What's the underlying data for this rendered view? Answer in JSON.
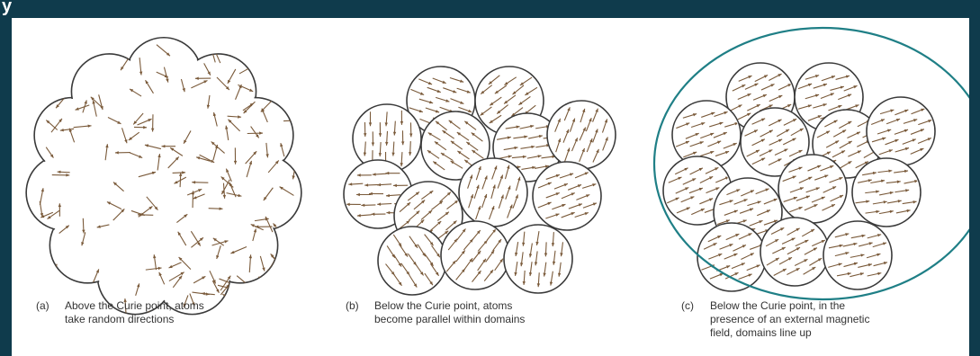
{
  "corner_text": "y",
  "panels": [
    {
      "tag": "(a)",
      "caption_lines": [
        "Above the Curie point, atoms",
        "take random directions"
      ]
    },
    {
      "tag": "(b)",
      "caption_lines": [
        "Below the Curie point, atoms",
        "become parallel within domains"
      ]
    },
    {
      "tag": "(c)",
      "caption_lines": [
        "Below the Curie point, in the",
        "presence of an external magnetic",
        "field, domains line up"
      ]
    }
  ],
  "colors": {
    "background": "#0f3b4c",
    "panel": "#ffffff",
    "outline": "#3a3a3a",
    "arrow": "#7a5a3a",
    "highlight_circle": "#1f7f86"
  }
}
